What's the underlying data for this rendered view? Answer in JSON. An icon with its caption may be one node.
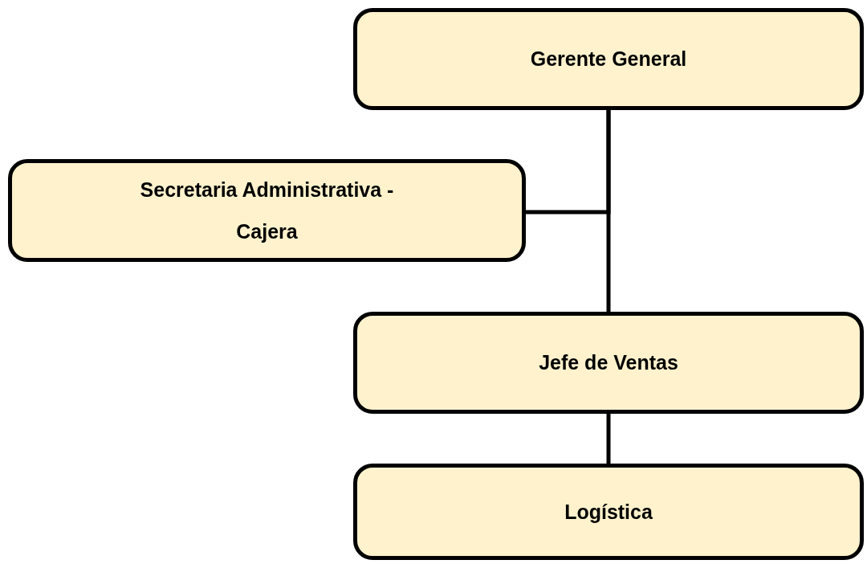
{
  "diagram": {
    "nodes": [
      {
        "text": [
          "Gerente General"
        ]
      },
      {
        "text": [
          "Secretaria Administrativa - Cajera"
        ]
      },
      {
        "text": [
          "Jefe de Ventas"
        ]
      },
      {
        "text": [
          "Logística"
        ]
      }
    ],
    "edges": [
      {
        "from": 0,
        "to": 1,
        "arrow": "none"
      },
      {
        "from": 0,
        "to": 2,
        "arrow": "none"
      },
      {
        "from": 2,
        "to": 3,
        "arrow": "none"
      }
    ]
  }
}
